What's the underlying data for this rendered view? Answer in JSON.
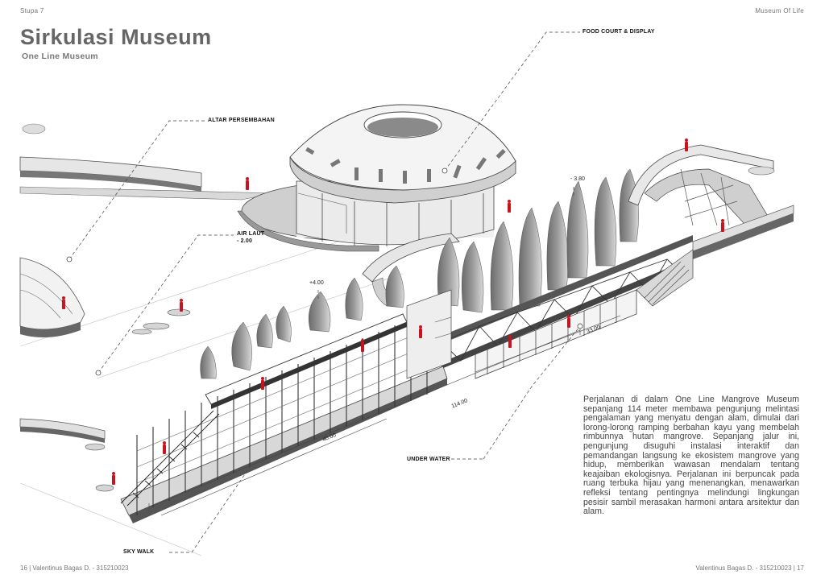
{
  "header": {
    "left": "Stupa 7",
    "right": "Museum Of Life"
  },
  "title": "Sirkulasi Museum",
  "subtitle": "One Line Museum",
  "callouts": {
    "food_court": "FOOD COURT & DISPLAY",
    "altar": "ALTAR PERSEMBAHAN",
    "air_laut_1": "AIR LAUT",
    "air_laut_2": "- 2.00",
    "under_water": "UNDER WATER",
    "sky_walk": "SKY WALK"
  },
  "levels": {
    "plus_400": "+4.00",
    "minus_380": "- 3.80"
  },
  "dimensions": {
    "d114": "114.00",
    "d40": "40.00",
    "d33": "33.00"
  },
  "body": "Perjalanan di dalam One Line Mangrove Museum sepanjang 114 meter membawa pengunjung melintasi pengalaman yang menyatu dengan alam, dimulai dari lorong-lorong ramping berbahan kayu yang membelah rimbunnya hutan mangrove. Sepanjang jalur ini, pengunjung disuguhi instalasi interaktif dan pemandangan langsung ke ekosistem mangrove yang hidup, memberikan wawasan mendalam tentang keajaiban ekologisnya. Perjalanan ini berpuncak pada ruang terbuka hijau yang menenangkan, menawarkan refleksi tentang pentingnya melindungi lingkungan pesisir sambil merasakan harmoni antara arsitektur dan alam.",
  "footer": {
    "left": "16  | Valentinus Bagas D. - 315210023",
    "right": "Valentinus Bagas D. - 315210023 | 17"
  },
  "colors": {
    "figure": "#c8141e",
    "ink": "#333333"
  }
}
